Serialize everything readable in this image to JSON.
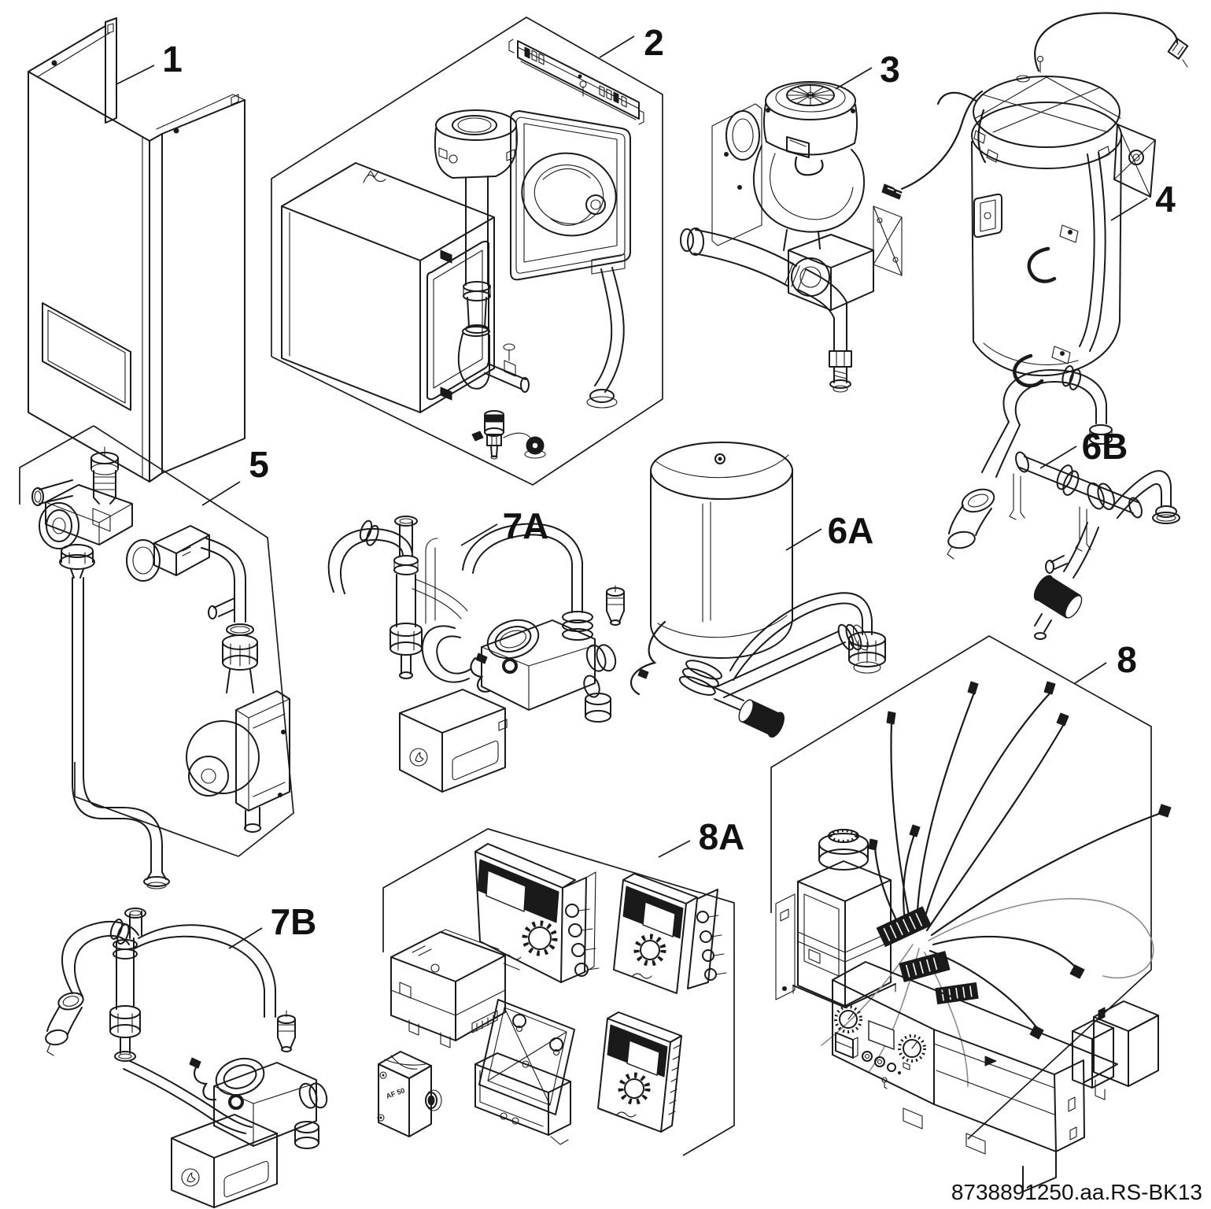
{
  "figure": {
    "type": "exploded-parts-diagram",
    "drawing_number": "8738891250.aa.RS-BK13",
    "sensor_box_label": "AF 50",
    "parts": [
      "1",
      "2",
      "3",
      "4",
      "5",
      "6A",
      "6B",
      "7A",
      "7B",
      "8A",
      "8"
    ]
  }
}
